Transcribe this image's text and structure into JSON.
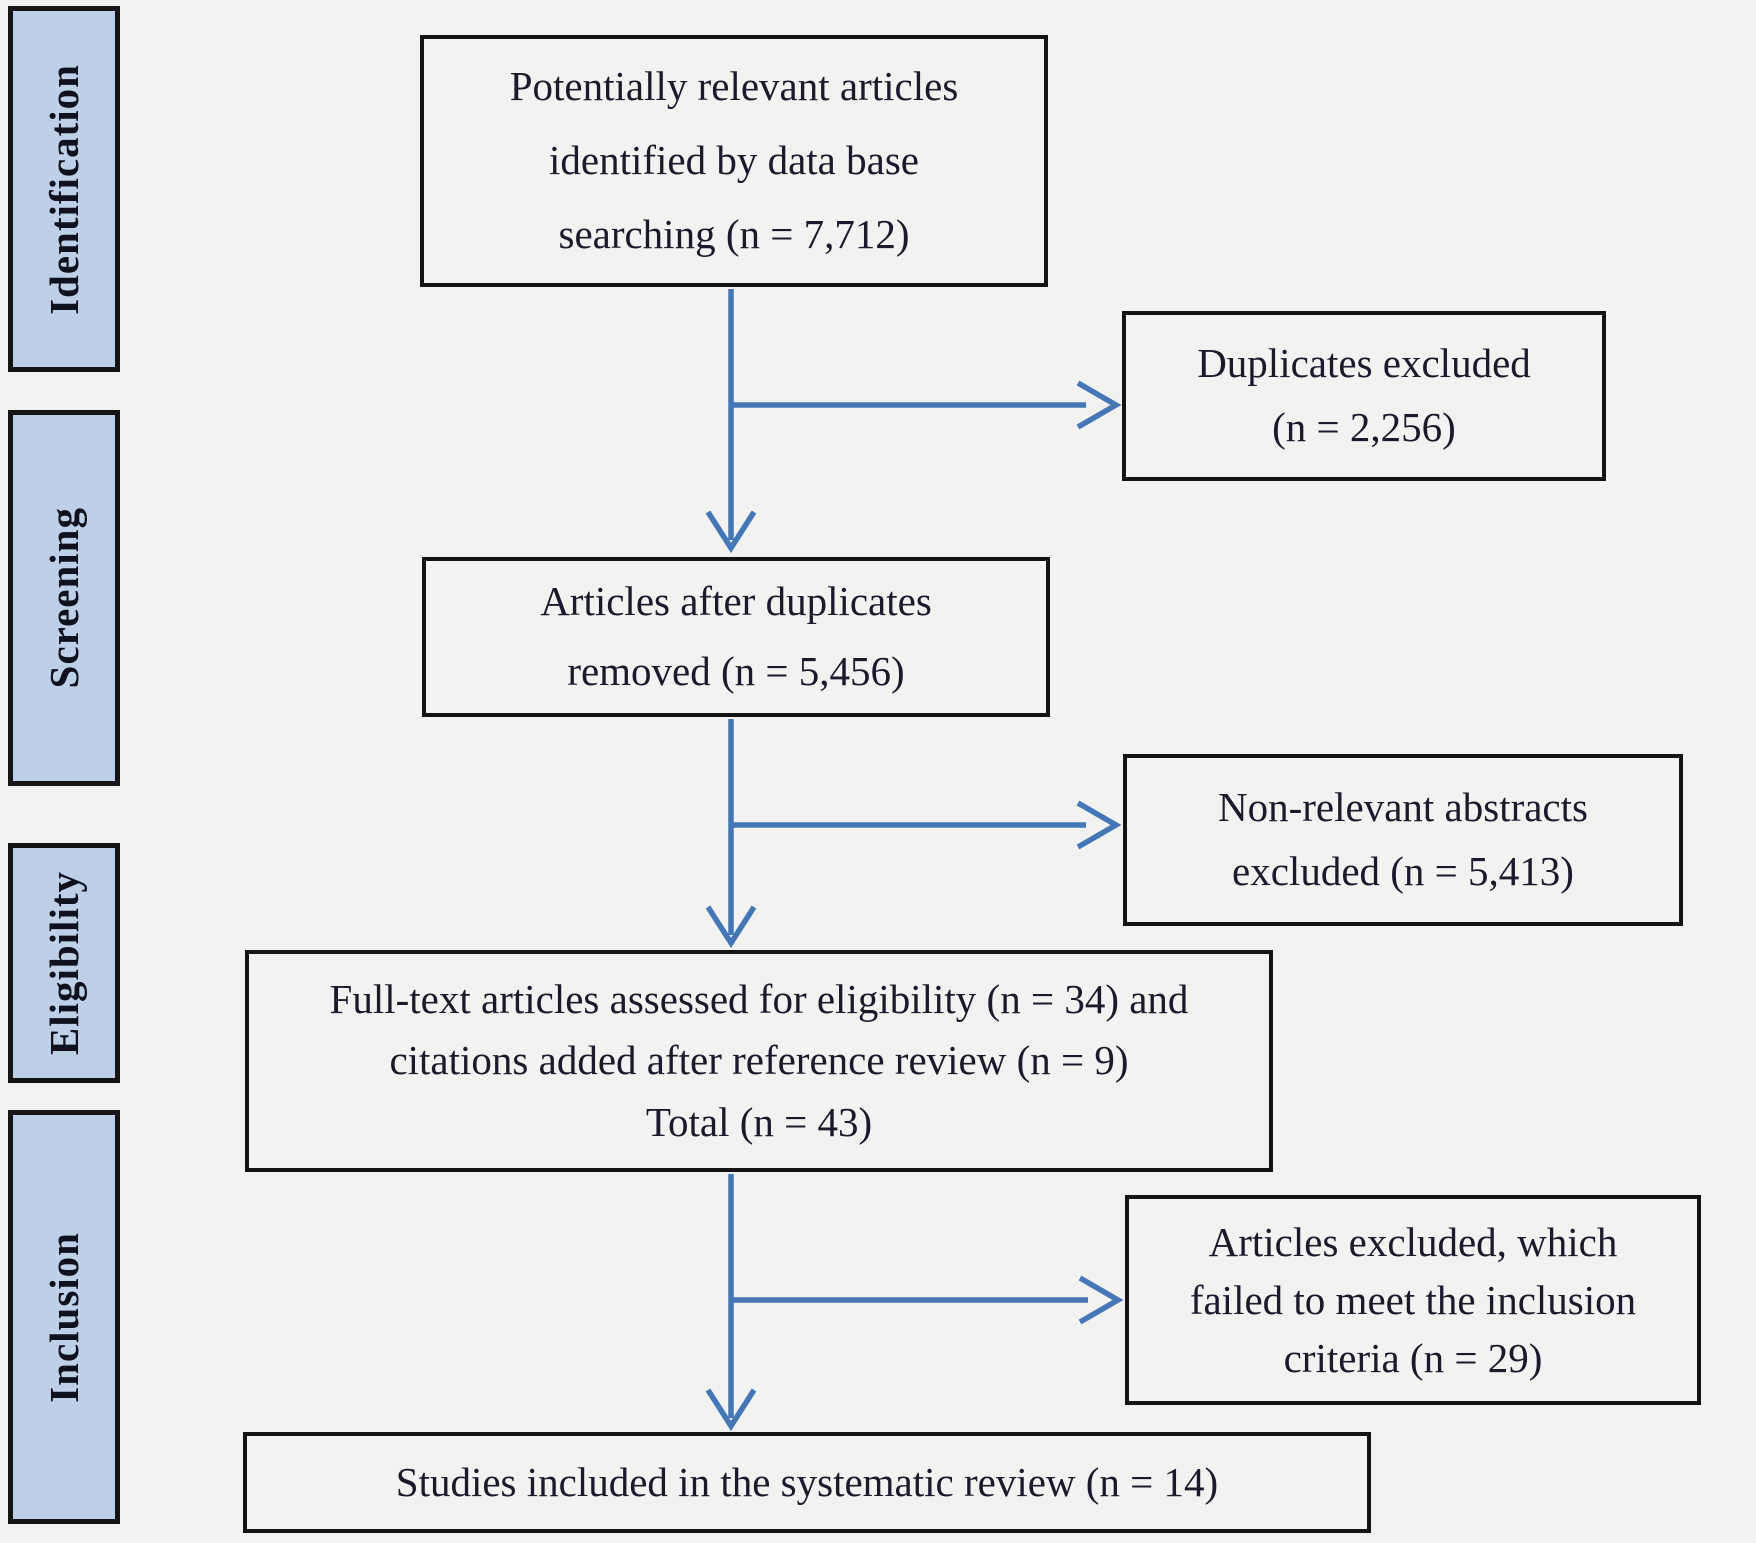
{
  "figure": {
    "type": "flowchart"
  },
  "stages": [
    {
      "label": "Identification"
    },
    {
      "label": "Screening"
    },
    {
      "label": "Eligibility"
    },
    {
      "label": "Inclusion"
    }
  ],
  "boxes": {
    "identified": {
      "lines": [
        "Potentially relevant articles",
        "identified by data base",
        "searching (n = 7,712)"
      ],
      "count": 7712
    },
    "duplicates_excluded": {
      "lines": [
        "Duplicates excluded",
        "(n = 2,256)"
      ],
      "count": 2256
    },
    "after_duplicates": {
      "lines": [
        "Articles after duplicates",
        "removed (n = 5,456)"
      ],
      "count": 5456
    },
    "nonrelevant_excluded": {
      "lines": [
        "Non-relevant abstracts",
        "excluded (n = 5,413)"
      ],
      "count": 5413
    },
    "fulltext_assessed": {
      "lines": [
        "Full-text articles assessed for eligibility (n = 34) and",
        "citations added after reference review (n = 9)",
        "Total (n = 43)"
      ],
      "counts": {
        "assessed": 34,
        "citations_added": 9,
        "total": 43
      }
    },
    "failed_inclusion": {
      "lines": [
        "Articles excluded, which",
        "failed to meet the inclusion",
        "criteria (n = 29)"
      ],
      "count": 29
    },
    "included": {
      "lines": [
        "Studies included in the systematic review (n = 14)"
      ],
      "count": 14
    }
  },
  "arrows": [
    {
      "from": "identified",
      "to": "after_duplicates"
    },
    {
      "from": "identified",
      "to": "duplicates_excluded"
    },
    {
      "from": "after_duplicates",
      "to": "fulltext_assessed"
    },
    {
      "from": "after_duplicates",
      "to": "nonrelevant_excluded"
    },
    {
      "from": "fulltext_assessed",
      "to": "included"
    },
    {
      "from": "fulltext_assessed",
      "to": "failed_inclusion"
    }
  ],
  "colors": {
    "background": "#f2f2f1",
    "stage_fill": "#bed0e8",
    "box_fill": "#f2f2f1",
    "border": "#141414",
    "arrow": "#4577b6",
    "text": "#1a1a2c"
  }
}
